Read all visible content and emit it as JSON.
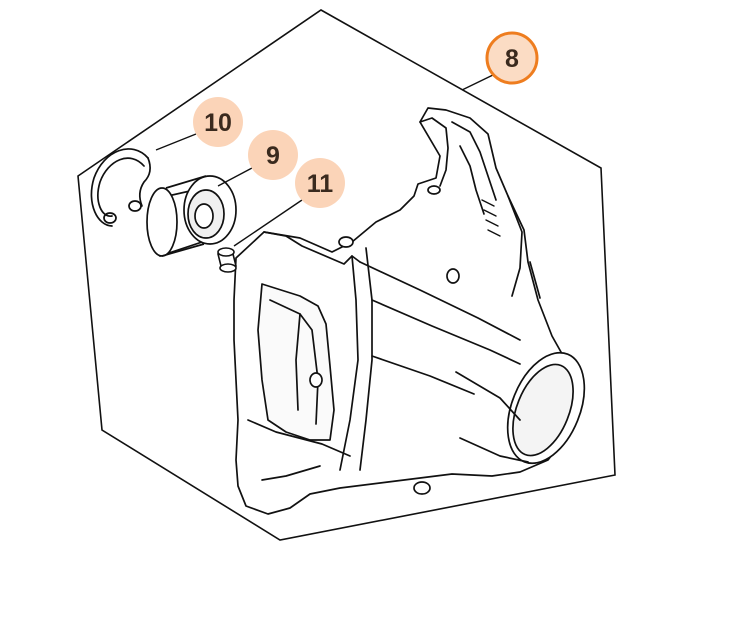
{
  "callouts": [
    {
      "label": "8",
      "fill": "#fbdcc4",
      "ring": "#ee7d1f",
      "highlighted": true
    },
    {
      "label": "9",
      "fill": "#fbd4b8",
      "ring": "none",
      "highlighted": false
    },
    {
      "label": "10",
      "fill": "#fbd4b8",
      "ring": "none",
      "highlighted": false
    },
    {
      "label": "11",
      "fill": "#fbd4b8",
      "ring": "none",
      "highlighted": false
    }
  ],
  "parts": [
    {
      "callout": "8",
      "name": "housing-icon"
    },
    {
      "callout": "9",
      "name": "ball-bearing-icon"
    },
    {
      "callout": "10",
      "name": "circlip-icon"
    },
    {
      "callout": "11",
      "name": "sleeve-icon"
    }
  ],
  "colors": {
    "line": "#111111",
    "shade": "#dcdcdc",
    "background": "#ffffff"
  }
}
